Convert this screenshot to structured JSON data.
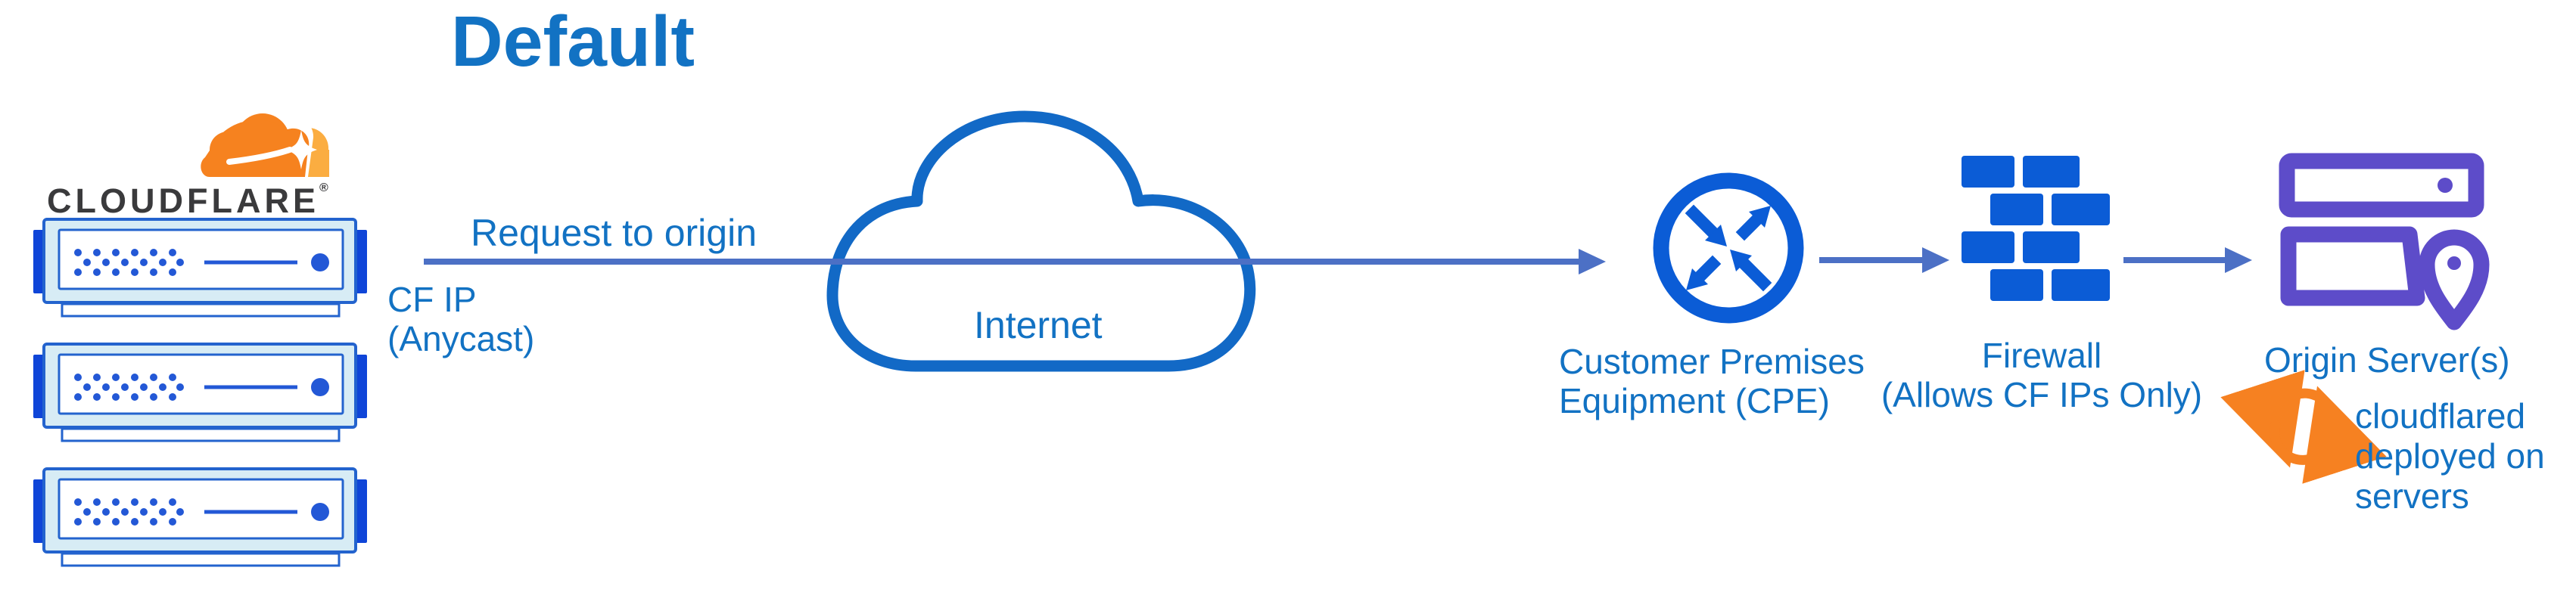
{
  "title": "Default",
  "cloudflare": {
    "wordmark": "CLOUDFLARE",
    "reg_mark": "®",
    "server_count": 3,
    "logo_icon": "cloudflare-cloud-icon",
    "server_icon": "edge-server-icon"
  },
  "flow": {
    "request_label": "Request to origin",
    "cf_ip_label": [
      "CF IP",
      "(Anycast)"
    ],
    "internet_label": "Internet",
    "cpe_label": [
      "Customer Premises",
      "Equipment (CPE)"
    ],
    "firewall_label": [
      "Firewall",
      "(Allows CF IPs Only)"
    ],
    "origin_label": "Origin Server(s)",
    "cloudflared_label": [
      "cloudflared",
      "deployed on",
      "servers"
    ],
    "icons": [
      "internet-cloud-icon",
      "cpe-router-icon",
      "firewall-brick-icon",
      "origin-servers-icon",
      "cloudflared-sync-icon"
    ]
  },
  "colors": {
    "text_blue": "#1272C3",
    "icon_blue": "#0B5CD6",
    "server_border_blue": "#2363CE",
    "server_tab_blue": "#0F45D8",
    "server_fill": "#D7ECF5",
    "arrow_slate_blue": "#4C70C5",
    "cloud_stroke_blue": "#1269C6",
    "origin_purple": "#5D4CC9",
    "cloudflared_orange": "#F68121",
    "logo_orange_dark": "#F6821F",
    "logo_orange_light": "#FBAD41",
    "wordmark_dark": "#3A3A3C"
  }
}
